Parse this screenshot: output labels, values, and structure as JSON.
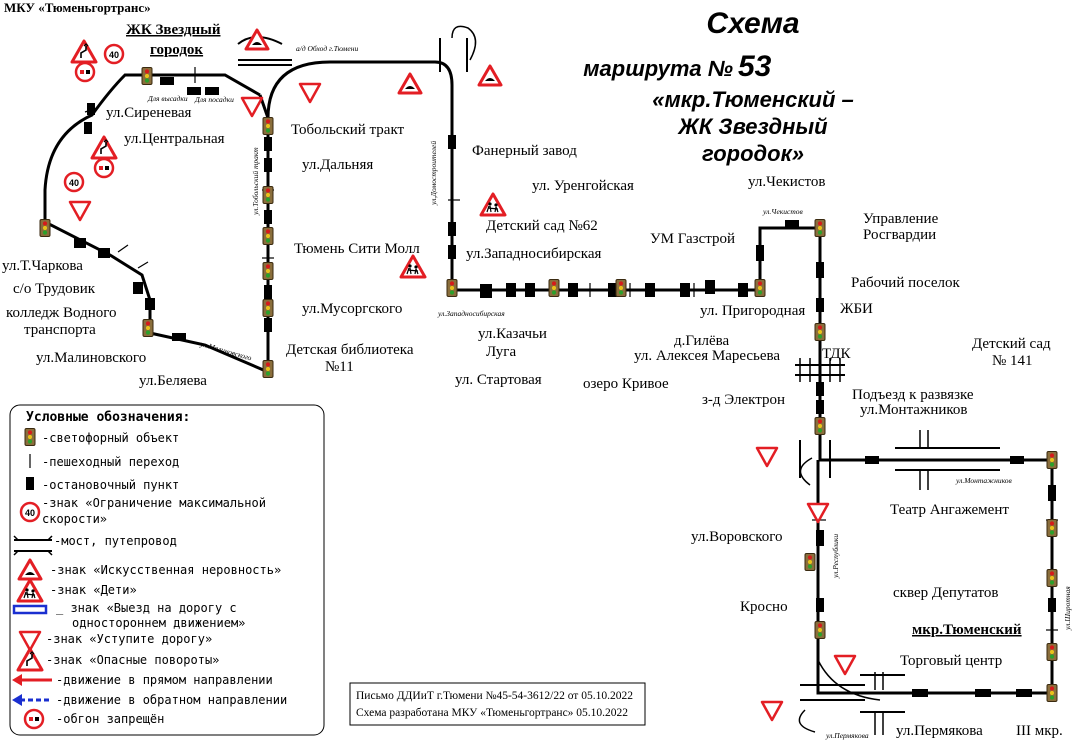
{
  "header": {
    "organization": "МКУ «Тюменьгортранс»",
    "title": "Схема",
    "route_prefix": "маршрута №",
    "route_number": "53",
    "line1": "«мкр.Тюменский  –",
    "line2": "ЖК Звездный",
    "line3": "городок»"
  },
  "terminals": {
    "start_line1": "ЖК Звездный",
    "start_line2": "городок",
    "end": "мкр.Тюменский"
  },
  "stops": {
    "sirenevaya": "ул.Сиреневая",
    "centralnaya": "ул.Центральная",
    "charkova": "ул.Т.Чаркова",
    "trudovik": "с/о Трудовик",
    "kolledzh1": "колледж Водного",
    "kolledzh2": "транспорта",
    "malinovskogo": "ул.Малиновского",
    "belyaeva": "ул.Беляева",
    "tobolsky": "Тобольский тракт",
    "dalnyaya": "ул.Дальняя",
    "sitimoll": "Тюмень Сити Молл",
    "musorgskogo": "ул.Мусоргского",
    "biblioteka1": "Детская библиотека",
    "biblioteka2": "№11",
    "fanerny": "Фанерный завод",
    "detsad62": "Детский сад №62",
    "zapadnosibirskaya": "ул.Западносибирская",
    "urengoyskaya": "ул. Уренгойская",
    "umgazstroy": "УМ Газстрой",
    "kazachi1": "ул.Казачьи",
    "kazachi2": "Луга",
    "startovaya": "ул. Стартовая",
    "ozero": "озеро Кривое",
    "gileva": "д.Гилёва",
    "maresyeva": "ул. Алексея Маресьева",
    "prigorodnaya": "ул. Пригородная",
    "chekistov": "ул.Чекистов",
    "rosgvardiya1": "Управление",
    "rosgvardiya2": "Росгвардии",
    "rabochy": "Рабочий поселок",
    "zhbi": "ЖБИ",
    "tdk": "ТДК",
    "elektron": "з-д Электрон",
    "podezd1": "Подъезд к развязке",
    "podezd2": "ул.Монтажников",
    "detsad141_1": "Детский сад",
    "detsad141_2": "№ 141",
    "angazhement": "Театр Ангажемент",
    "vorovskogo": "ул.Воровского",
    "krosno": "Кросно",
    "skver": "сквер Депутатов",
    "torgovy": "Торговый центр",
    "permyakova": "ул.Пермякова",
    "third": "III мкр."
  },
  "streets": {
    "obkhod": "а/д Обход г.Тюмени",
    "vysadka": "Для высадки",
    "posadka": "Для посадки",
    "tobolsky_trakt": "ул.Тобольский тракт",
    "domostroiteley": "ул.Домостроителей",
    "zapadnosib": "ул.Западносибирская",
    "chekistov": "ул.Чекистов",
    "malinovskogo": "ул.Малиновского",
    "montazhnikov": "ул.Монтажников",
    "respubliki": "ул.Республики",
    "shirotnaya": "ул.Широтная",
    "permyakova": "ул.Пермякова"
  },
  "speed_limit": "40",
  "legend": {
    "title": "Условные обозначения:",
    "traffic_light": "-светофорный объект",
    "crosswalk": "-пешеходный переход",
    "stop": "-остановочный пункт",
    "speed_1": "-знак «Ограничение максимальной",
    "speed_2": "скорости»",
    "bridge": "-мост, путепровод",
    "bump": "-знак «Искусственная неровность»",
    "children": "-знак «Дети»",
    "oneway_1": "_ знак «Выезд на дорогу с",
    "oneway_2": "одностороннем движением»",
    "yield": "-знак «Уступите дорогу»",
    "curves": "-знак «Опасные повороты»",
    "forward": "-движение в прямом направлении",
    "backward": "-движение в обратном направлении",
    "no_overtake": "-обгон запрещён"
  },
  "note": {
    "line1": "Письмо ДДИиТ г.Тюмени №45-54-3612/22 от 05.10.2022",
    "line2": "Схема разработана МКУ «Тюменьгортранс» 05.10.2022"
  },
  "colors": {
    "sign_red": "#e31e24",
    "traffic_light_body": "#8a6e3c",
    "legend_blue": "#1a2fd0"
  }
}
